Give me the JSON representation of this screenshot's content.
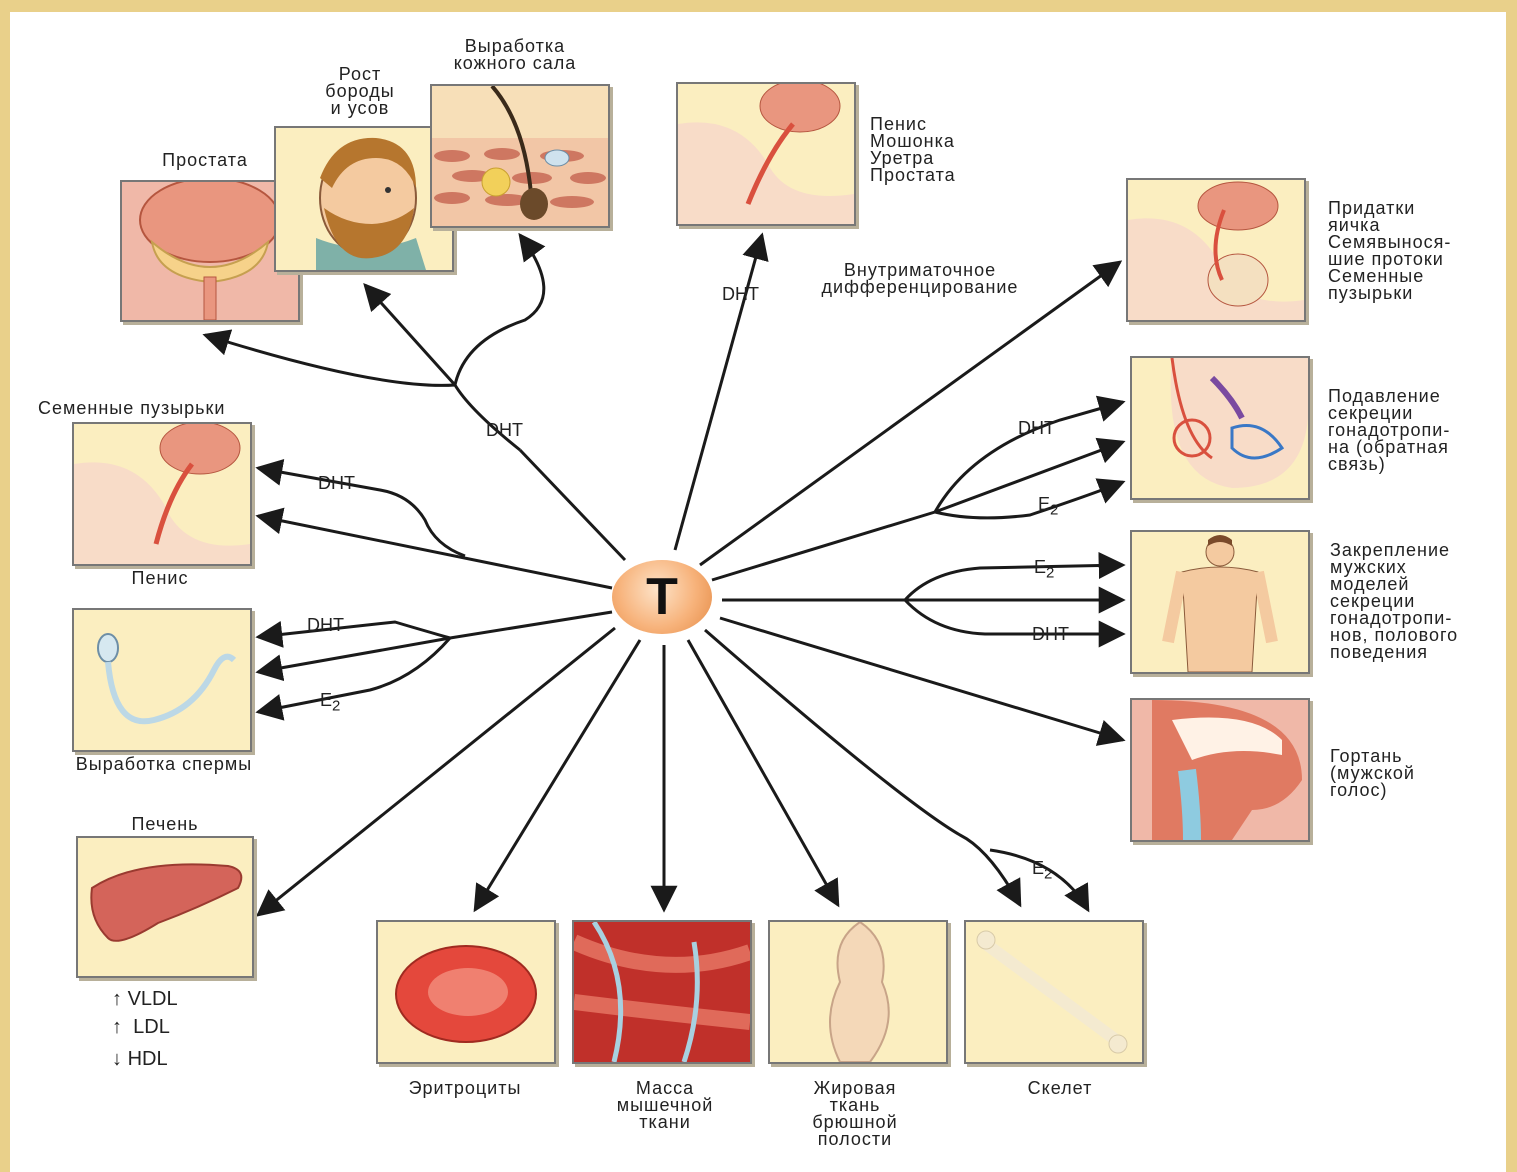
{
  "center": {
    "label": "T"
  },
  "tags": {
    "dht": "DHT",
    "e2": "E",
    "e2_sub": "2"
  },
  "labels": {
    "prostate_top": "Простата",
    "beard": "Рост\nбороды\nи усов",
    "sebum": "Выработка\nкожного сала",
    "penis_group": "Пенис\nМошонка\nУретра\nПростата",
    "intrauterine": "Внутриматочное\nдифференцирование",
    "epididymis": "Придатки\nяичка\nСемявынося-\nшие протоки\nСеменные\nпузырьки",
    "gonadotropin_suppression": "Подавление\nсекреции\nгонадотропи-\nна (обратная\nсвязь)",
    "male_patterns": "Закрепление\nмужских\nмоделей\nсекреции\nгонадотропи-\nнов, полового\nповедения",
    "larynx": "Гортань\n(мужской\nголос)",
    "seminal_vesicles": "Семенные пузырьки",
    "penis": "Пенис",
    "sperm": "Выработка спермы",
    "liver": "Печень",
    "erythrocytes": "Эритроциты",
    "muscle": "Масса\nмышечной\nткани",
    "fat": "Жировая\nткань\nбрюшной\nполости",
    "skeleton": "Скелет"
  },
  "lipids": [
    {
      "arrow": "↑",
      "name": "VLDL"
    },
    {
      "arrow": "↑",
      "name": "LDL"
    },
    {
      "arrow": "↓",
      "name": "HDL"
    }
  ],
  "colors": {
    "frame": "#e9d08a",
    "box_cream": "#fbeec0",
    "box_pink": "#f0b8a8",
    "arrow": "#1a1a1a",
    "center_fill": "#f7b27a"
  }
}
